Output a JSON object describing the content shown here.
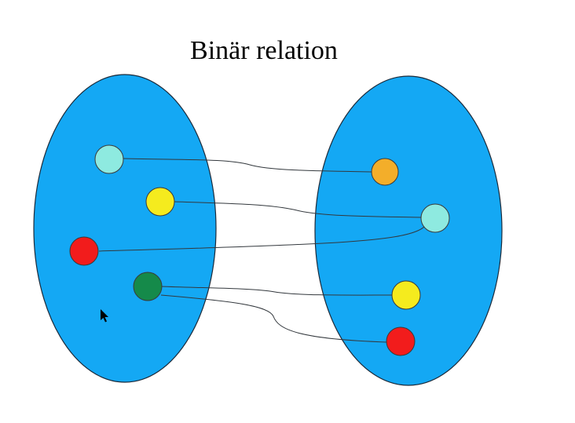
{
  "title": "Binär relation",
  "colors": {
    "background": "#ffffff",
    "set_fill": "#14a8f4",
    "set_stroke": "#1b2a3a",
    "edge": "#33383d",
    "node_stroke": "#3a3a3a"
  },
  "sets": [
    {
      "id": "domain-set"
    },
    {
      "id": "codomain-set"
    }
  ],
  "nodes": [
    {
      "id": "left-cyan",
      "set": "domain",
      "color": "#8eeae0"
    },
    {
      "id": "left-yellow",
      "set": "domain",
      "color": "#f5eb1e"
    },
    {
      "id": "left-red",
      "set": "domain",
      "color": "#f21c1c"
    },
    {
      "id": "left-green",
      "set": "domain",
      "color": "#158a4a"
    },
    {
      "id": "right-orange",
      "set": "codomain",
      "color": "#f3ae2a"
    },
    {
      "id": "right-cyan",
      "set": "codomain",
      "color": "#8eeae0"
    },
    {
      "id": "right-yellow",
      "set": "codomain",
      "color": "#f5eb1e"
    },
    {
      "id": "right-red",
      "set": "codomain",
      "color": "#f21c1c"
    }
  ],
  "relations": [
    {
      "from": "left-cyan",
      "to": "right-orange"
    },
    {
      "from": "left-yellow",
      "to": "right-cyan"
    },
    {
      "from": "left-red",
      "to": "right-cyan"
    },
    {
      "from": "left-green",
      "to": "right-yellow"
    },
    {
      "from": "left-green",
      "to": "right-red"
    }
  ]
}
